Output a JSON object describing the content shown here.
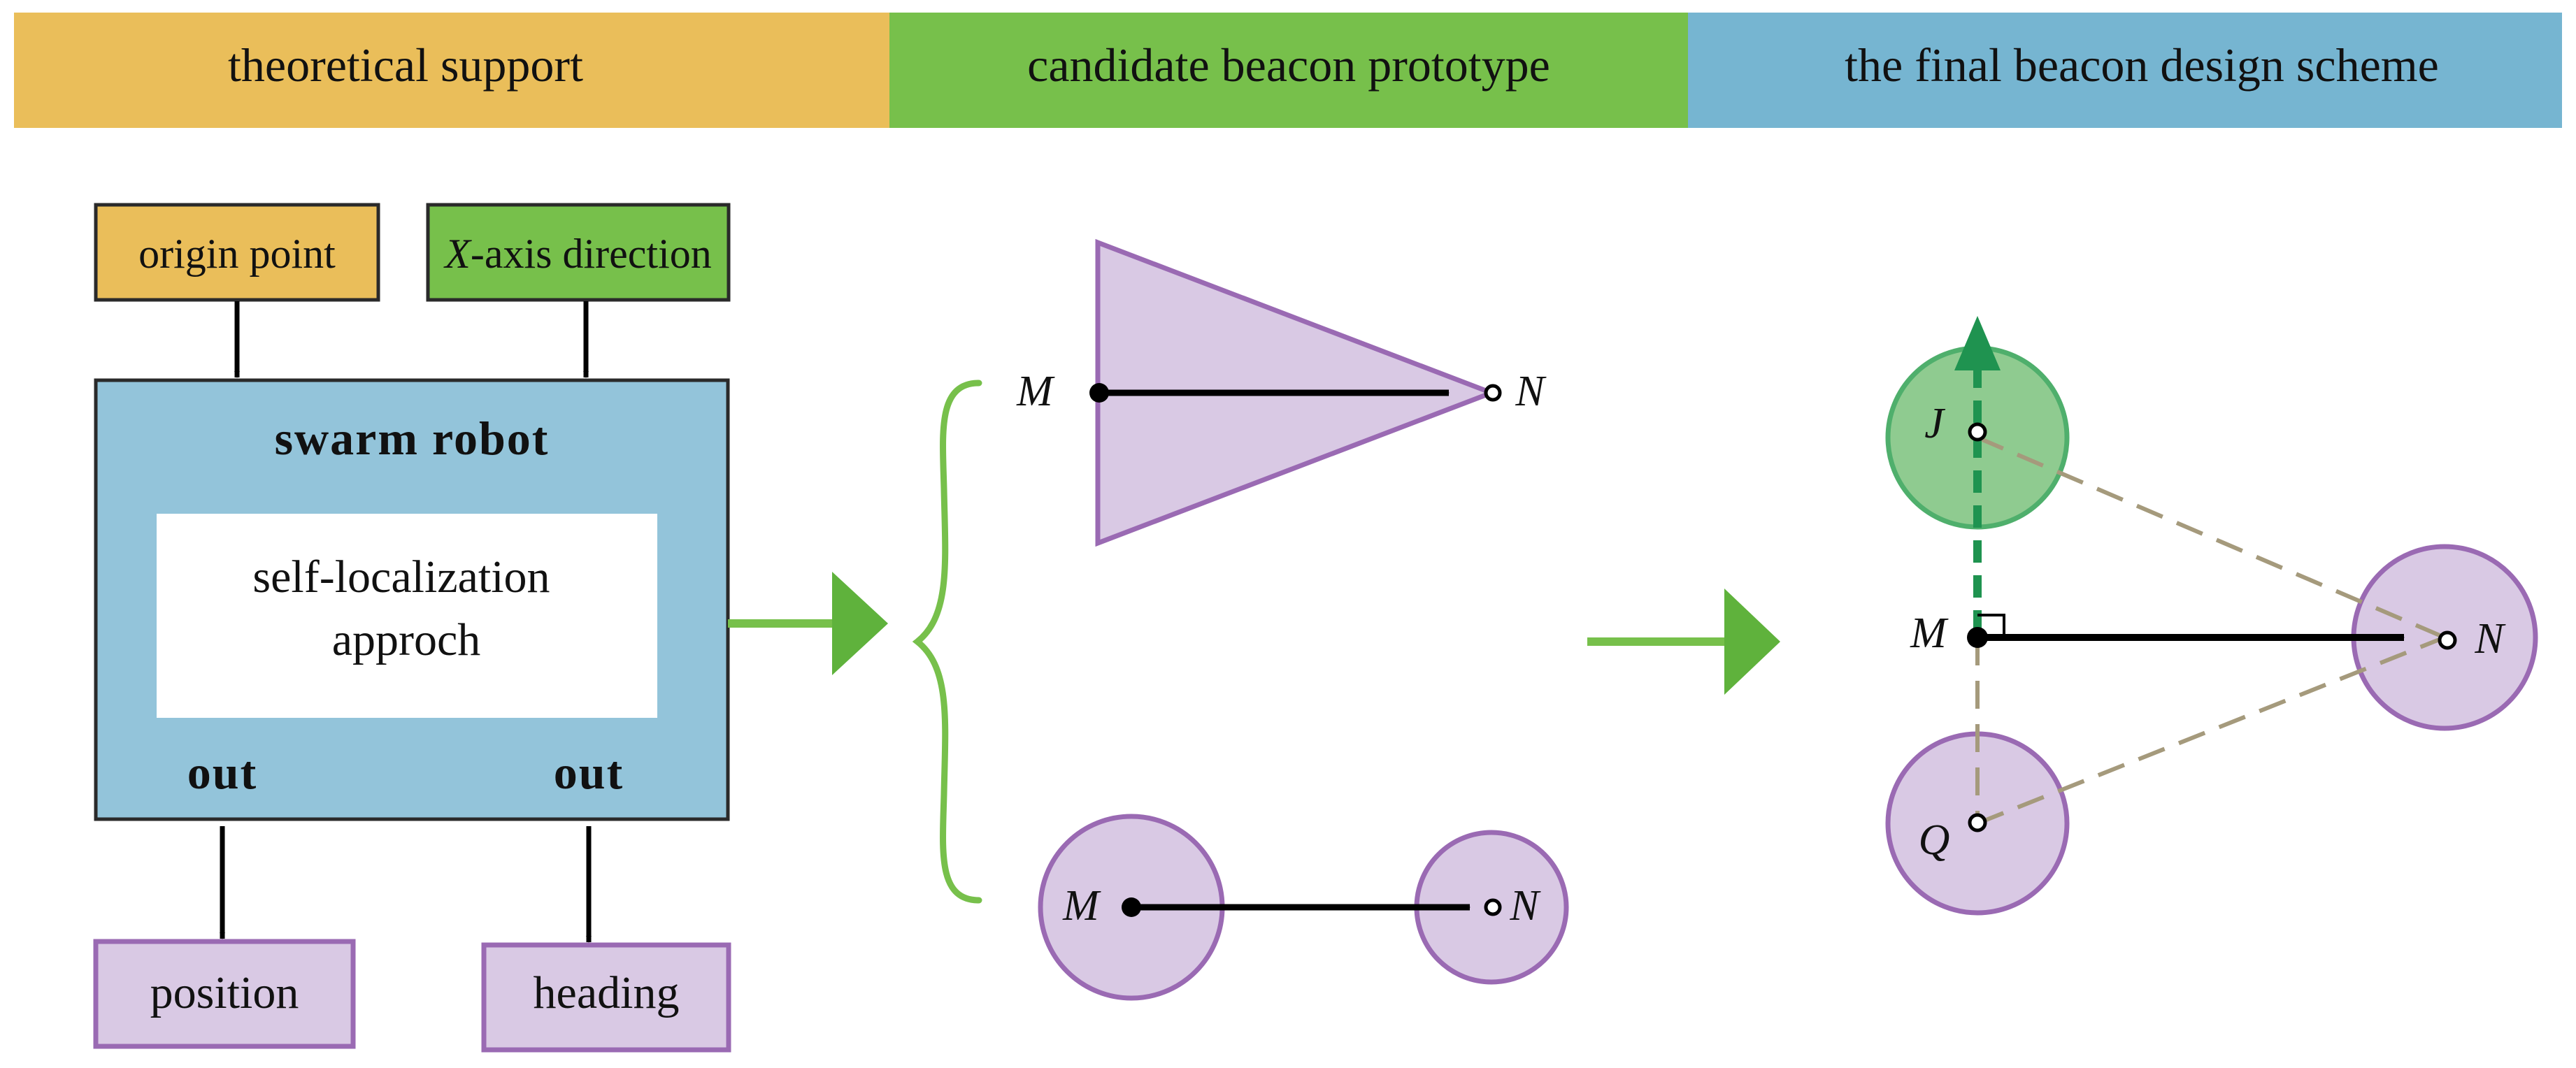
{
  "colors": {
    "orange": "#EABE5A",
    "green": "#77C04B",
    "blue": "#76B5D1",
    "robot_blue": "#93C4DA",
    "purple_fill": "#D9C9E4",
    "purple_stroke": "#9A6AB3",
    "green_circle_fill": "#8FCB90",
    "green_circle_stroke": "#4FAF6C",
    "dashed_green": "#1F9350",
    "dashed_tan": "#A59A7C"
  },
  "header": {
    "section1": "theoretical support",
    "section2": "candidate beacon prototype",
    "section3": "the final beacon design scheme"
  },
  "inputs": {
    "origin_label": "origin point",
    "xaxis_prefix": "X",
    "xaxis_suffix": "-axis direction"
  },
  "robot": {
    "title": "swarm robot",
    "inner_line1": "self-localization",
    "inner_line2": "approch",
    "out_left": "out",
    "out_right": "out"
  },
  "outputs": {
    "position": "position",
    "heading": "heading"
  },
  "points": {
    "M": "M",
    "N": "N",
    "J": "J",
    "Q": "Q"
  }
}
